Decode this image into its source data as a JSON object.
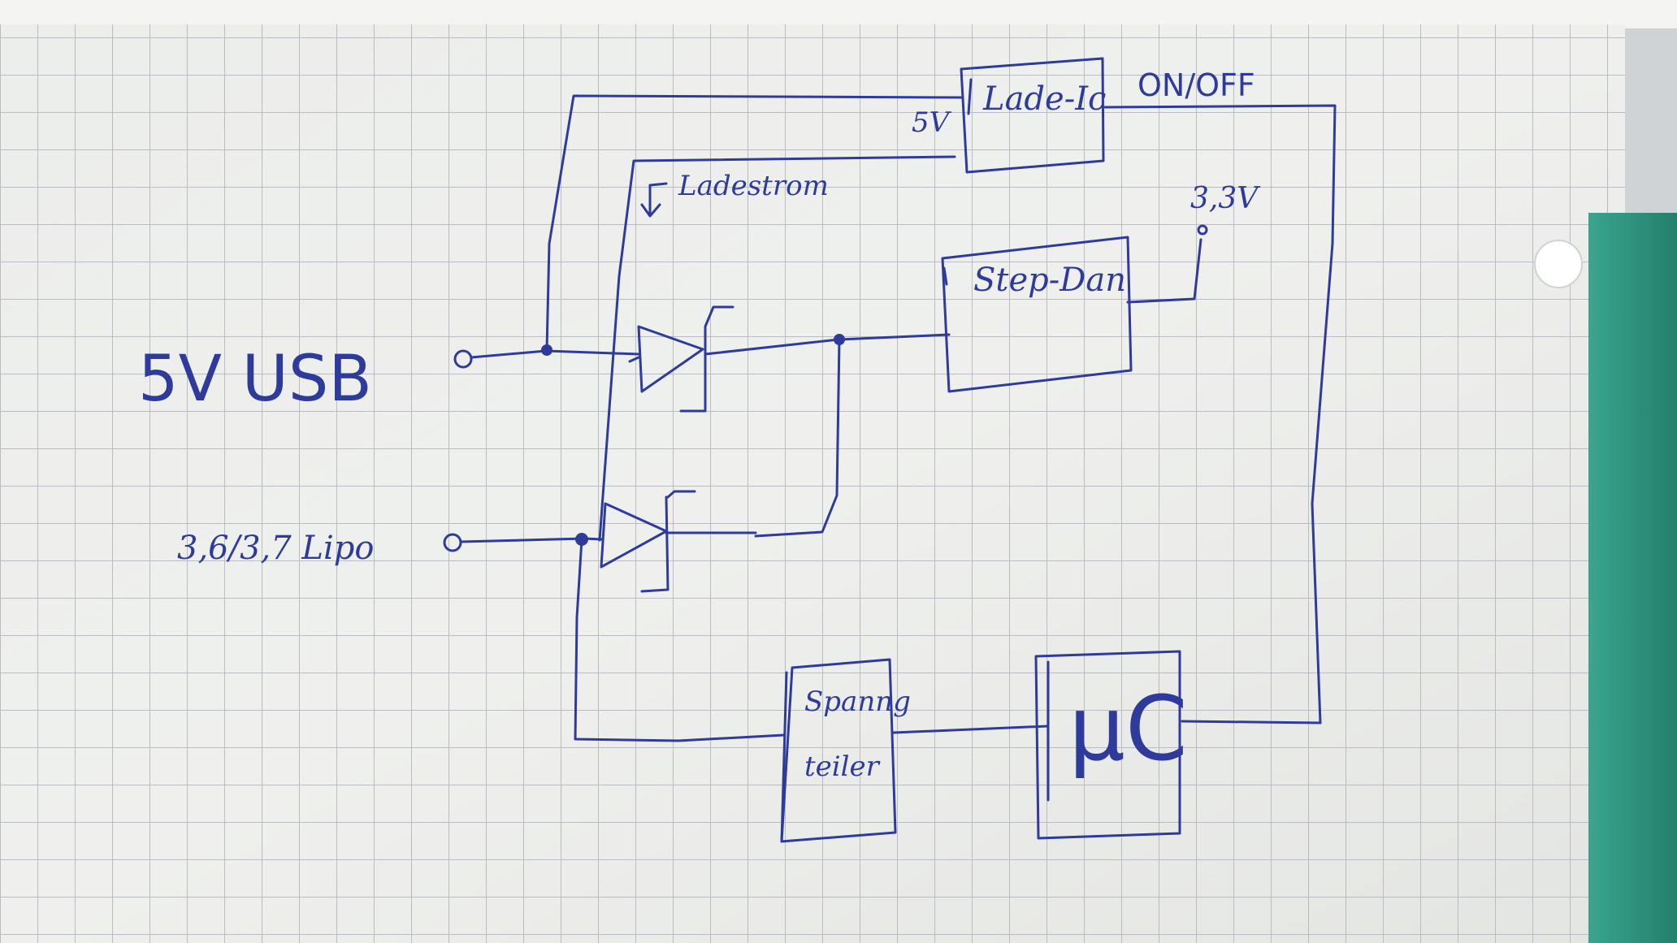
{
  "labels": {
    "usb": "5V USB",
    "lipo": "3,6/3,7 Lipo",
    "lade_ic": "Lade-Ic",
    "five_v": "5V",
    "on_off": "ON/OFF",
    "ladestrom": "Ladestrom",
    "step_down": "Step-Dan",
    "three_three_v": "3,3V",
    "spannungsteiler_1": "Spanng",
    "spannungsteiler_2": "teiler",
    "microcontroller": "µC"
  },
  "colors": {
    "ink": "#2f3b9a",
    "paper": "#eeefeb",
    "grid": "#b8bcc0",
    "green_folder": "#2f9a84"
  }
}
